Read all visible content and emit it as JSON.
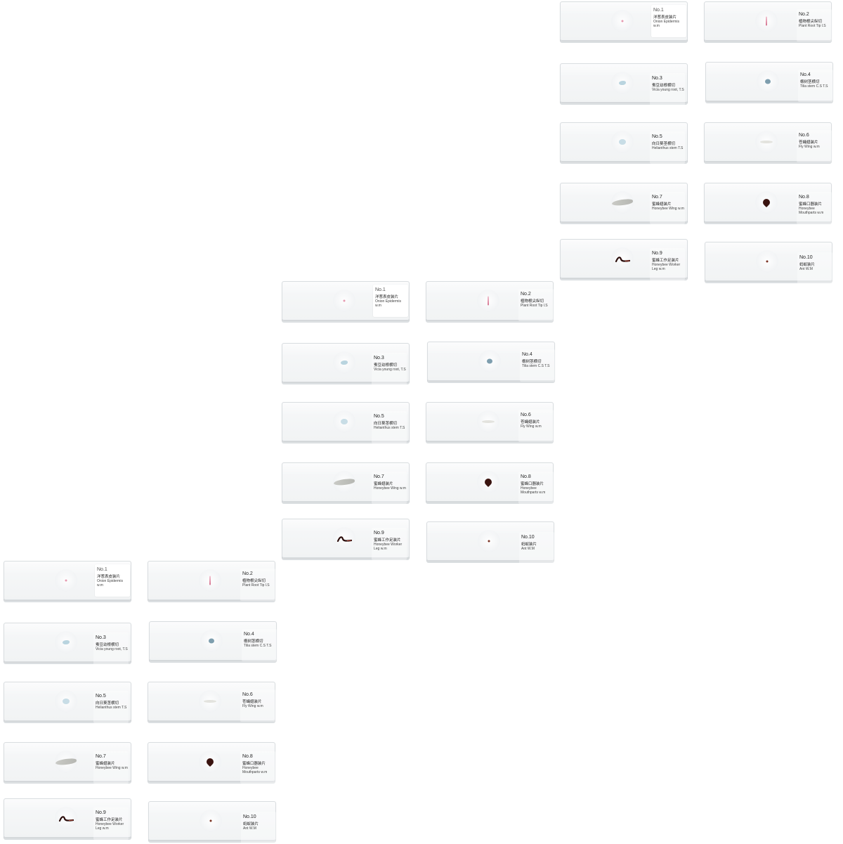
{
  "slides": [
    {
      "no": "No.1",
      "zh": "洋葱表皮装片",
      "en": "Onion Epidermis w.m",
      "specimen": "onion-epidermis-specimen"
    },
    {
      "no": "No.2",
      "zh": "植物根尖纵切",
      "en": "Plant Root Tip l.S",
      "specimen": "root-tip-specimen"
    },
    {
      "no": "No.3",
      "zh": "蚕豆幼根横切",
      "en": "Vicia young root, T.S",
      "specimen": "vicia-root-specimen"
    },
    {
      "no": "No.4",
      "zh": "椴树茎横切",
      "en": "Tilia stem C.S T.S",
      "specimen": "tilia-stem-specimen"
    },
    {
      "no": "No.5",
      "zh": "向日葵茎横切",
      "en": "Helianthus stem T.S",
      "specimen": "helianthus-stem-specimen"
    },
    {
      "no": "No.6",
      "zh": "苍蝇翅装片",
      "en": "Fly Wing w.m",
      "specimen": "fly-wing-specimen"
    },
    {
      "no": "No.7",
      "zh": "蜜蜂翅装片",
      "en": "Honeybee Wing w.m",
      "specimen": "honeybee-wing-specimen"
    },
    {
      "no": "No.8",
      "zh": "蜜蜂口器装片",
      "en": "Honeybee Mouthparts w.m",
      "specimen": "honeybee-mouthparts-specimen"
    },
    {
      "no": "No.9",
      "zh": "蜜蜂工作足装片",
      "en": "Honeybee Worker Leg w.m",
      "specimen": "honeybee-leg-specimen"
    },
    {
      "no": "No.10",
      "zh": "蚂蚁装片",
      "en": "Ant W.M",
      "specimen": "ant-specimen"
    }
  ]
}
